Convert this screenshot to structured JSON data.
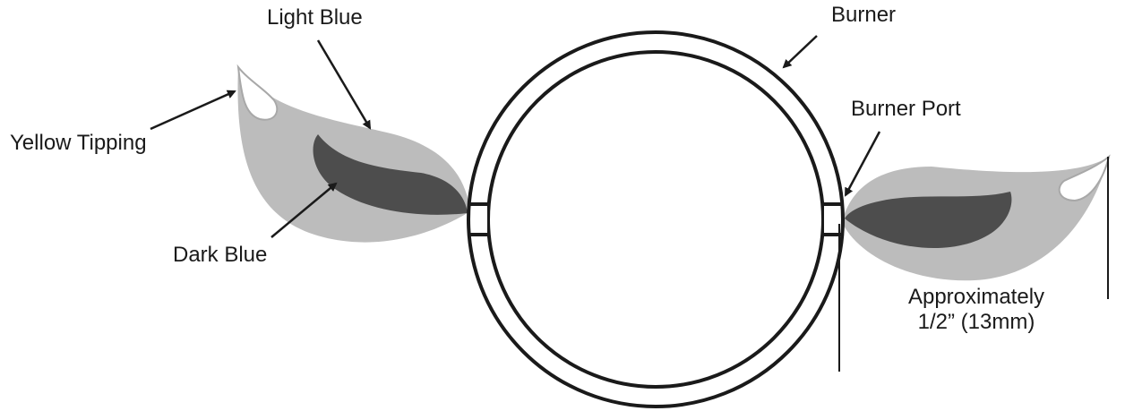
{
  "labels": {
    "light_blue": "Light Blue",
    "burner": "Burner",
    "burner_port": "Burner Port",
    "yellow_tipping": "Yellow Tipping",
    "dark_blue": "Dark Blue",
    "approx_line1": "Approximately",
    "approx_line2": "1/2” (13mm)"
  },
  "colors": {
    "light_blue_flame": "#bcbcbc",
    "dark_blue_flame": "#4d4d4d",
    "yellow_tip": "#ffffff",
    "outline": "#1a1a1a",
    "tip_outline": "#a8a8a8"
  }
}
